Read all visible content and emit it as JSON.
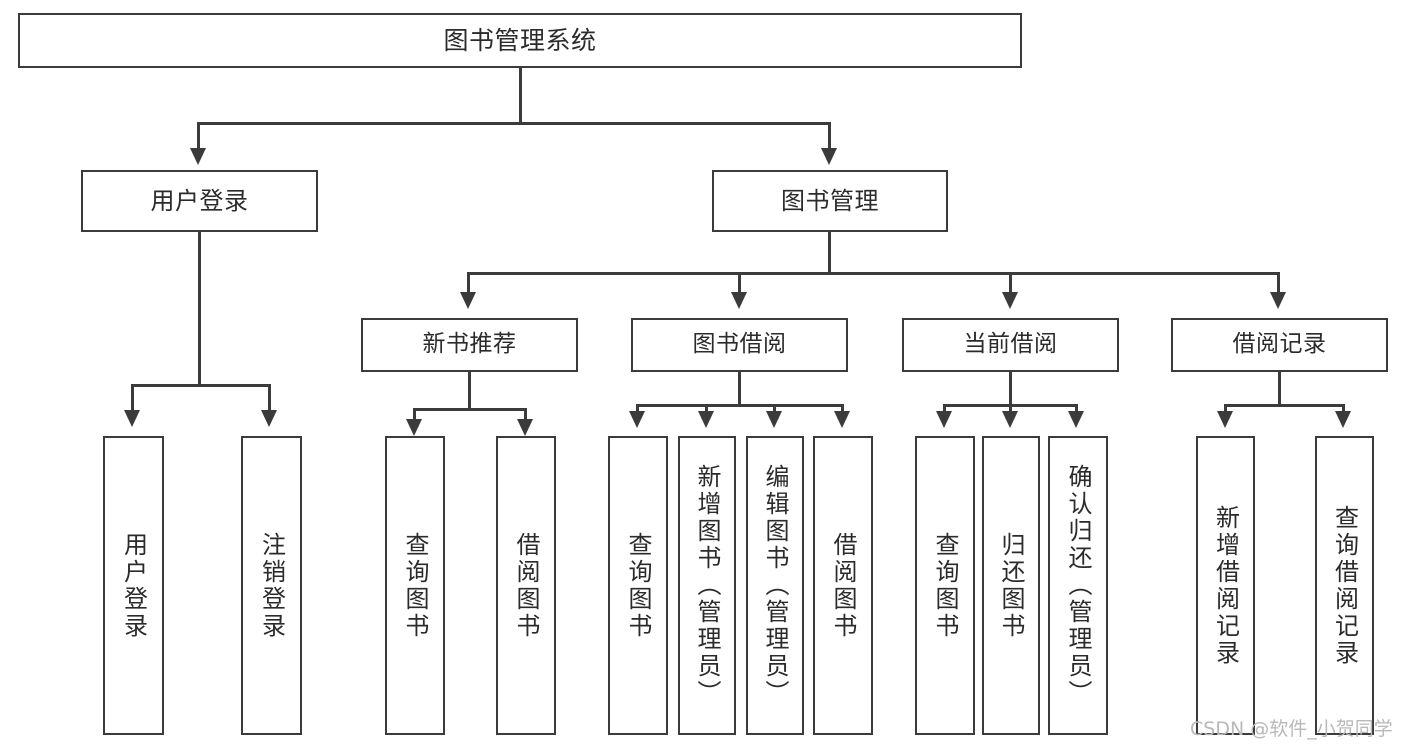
{
  "diagram": {
    "title": "图书管理系统",
    "type": "hierarchy-tree",
    "levels": 4,
    "root": {
      "id": "root",
      "label": "图书管理系统"
    },
    "level2": [
      {
        "id": "user-login",
        "label": "用户登录"
      },
      {
        "id": "book-management",
        "label": "图书管理"
      }
    ],
    "level3": [
      {
        "id": "new-book-recommend",
        "label": "新书推荐"
      },
      {
        "id": "book-borrow",
        "label": "图书借阅"
      },
      {
        "id": "current-borrow",
        "label": "当前借阅"
      },
      {
        "id": "borrow-record",
        "label": "借阅记录"
      }
    ],
    "leaves": {
      "user_login": [
        {
          "id": "leaf-user-login",
          "label": "用户登录"
        },
        {
          "id": "leaf-logout-login",
          "label": "注销登录"
        }
      ],
      "new_book_recommend": [
        {
          "id": "leaf-query-book-1",
          "label": "查询图书"
        },
        {
          "id": "leaf-borrow-book-1",
          "label": "借阅图书"
        }
      ],
      "book_borrow": [
        {
          "id": "leaf-query-book-2",
          "label": "查询图书"
        },
        {
          "id": "leaf-add-book",
          "label": "新增图书（管理员）"
        },
        {
          "id": "leaf-edit-book",
          "label": "编辑图书（管理员）"
        },
        {
          "id": "leaf-borrow-book-2",
          "label": "借阅图书"
        }
      ],
      "current_borrow": [
        {
          "id": "leaf-query-book-3",
          "label": "查询图书"
        },
        {
          "id": "leaf-return-book",
          "label": "归还图书"
        },
        {
          "id": "leaf-confirm-return",
          "label": "确认归还（管理员）"
        }
      ],
      "borrow_record": [
        {
          "id": "leaf-add-record",
          "label": "新增借阅记录"
        },
        {
          "id": "leaf-query-record",
          "label": "查询借阅记录"
        }
      ]
    }
  },
  "watermark": {
    "text": "CSDN @软件_小贺同学"
  },
  "colors": {
    "border": "#3b3b3b",
    "text": "#2b2b2b",
    "background": "#ffffff",
    "watermark": "#b9b9b9"
  }
}
